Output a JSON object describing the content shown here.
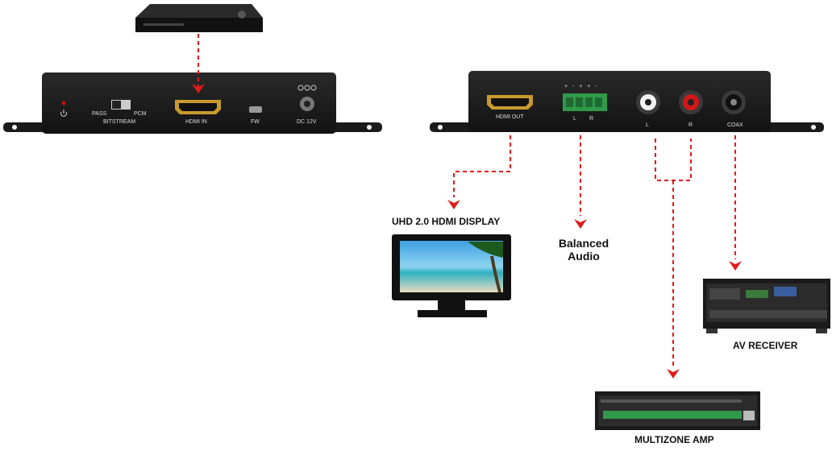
{
  "colors": {
    "accent": "#e01b1b",
    "device": "#1c1c1c"
  },
  "left_device": {
    "bitstream_pass": "PASS",
    "bitstream_pcm": "PCM",
    "bitstream": "BITSTREAM",
    "hdmi_in": "HDMI IN",
    "fw": "FW",
    "dc": "DC 12V"
  },
  "right_device": {
    "hdmi_out": "HDMI OUT",
    "terminal_l": "L",
    "terminal_r": "R",
    "terminal_signs": "+ - + + -",
    "rca_l": "L",
    "rca_r": "R",
    "coax": "COAX"
  },
  "labels": {
    "display": "UHD 2.0 HDMI DISPLAY",
    "balanced_line1": "Balanced",
    "balanced_line2": "Audio",
    "av_receiver": "AV RECEIVER",
    "multizone": "MULTIZONE AMP"
  },
  "icons": [
    "bluray-player-icon",
    "power-icon",
    "hdmi-port-icon",
    "usb-port-icon",
    "dc-jack-icon",
    "rca-jack-icon",
    "monitor-icon",
    "av-receiver-icon",
    "multizone-amp-icon",
    "arrow-down-icon"
  ]
}
